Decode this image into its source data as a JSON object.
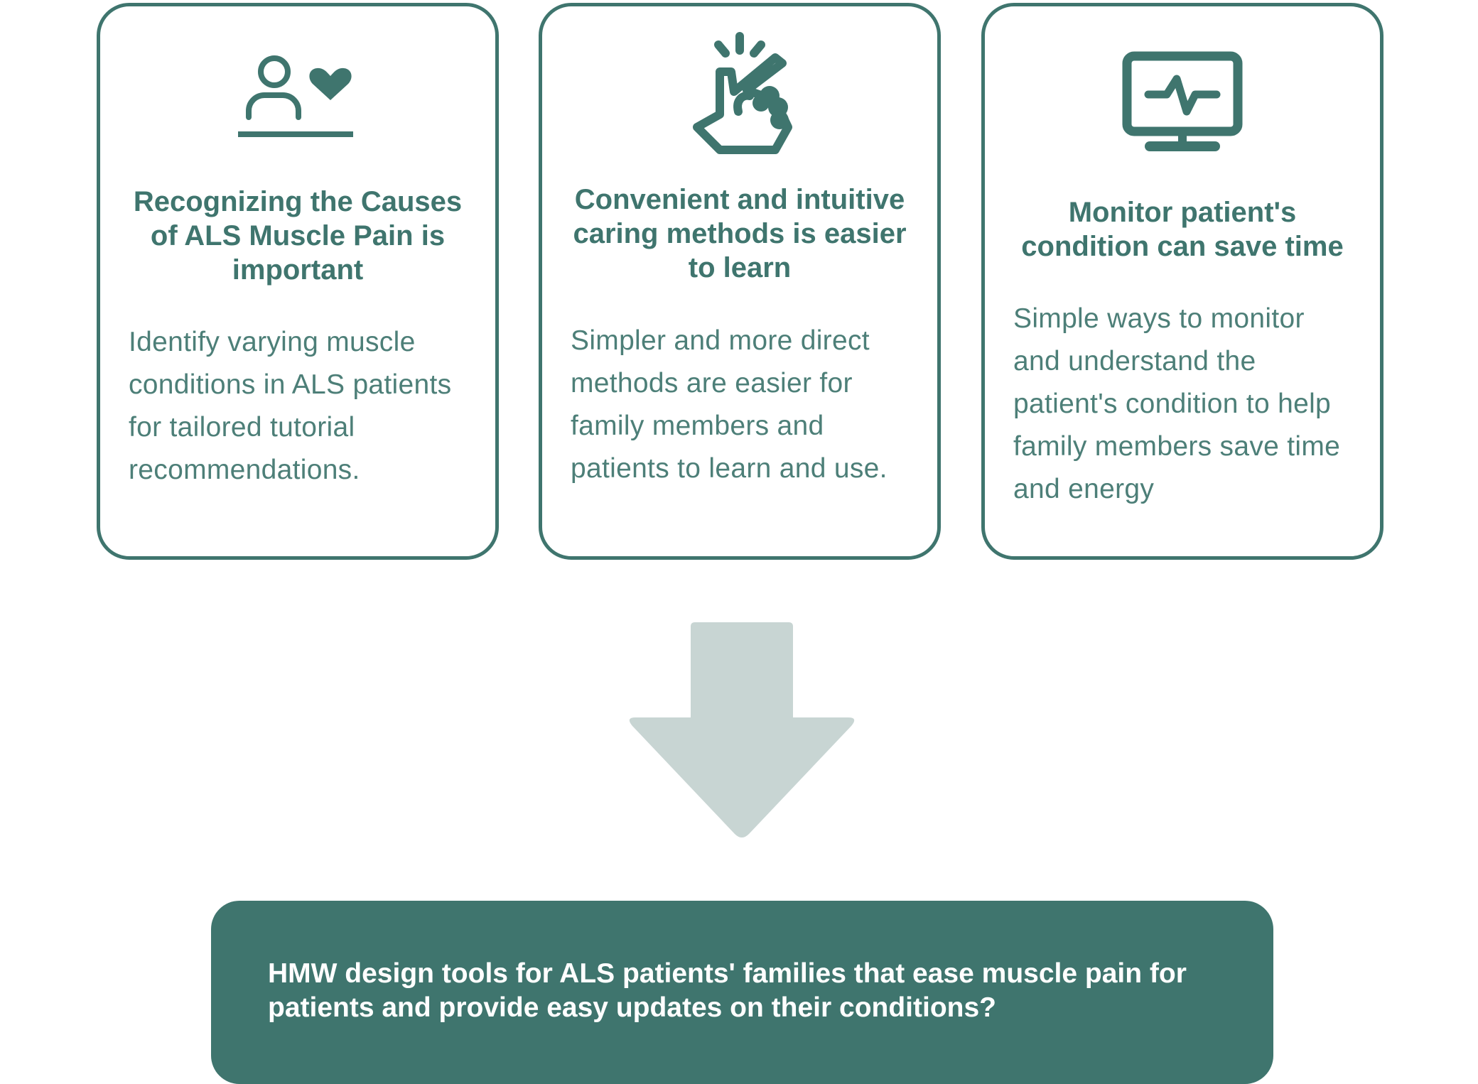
{
  "colors": {
    "primary": "#3f756e",
    "arrow": "#c8d5d3",
    "background": "#ffffff",
    "hmw_text": "#ffffff"
  },
  "cards": [
    {
      "icon": "person-heart-icon",
      "title": "Recognizing the Causes of ALS Muscle Pain is important",
      "text": "Identify varying muscle conditions in ALS patients for tailored tutorial recommendations."
    },
    {
      "icon": "hand-tap-icon",
      "title": "Convenient and intuitive caring methods is easier to learn",
      "text": "Simpler and more direct methods are easier for family members and patients to learn and use."
    },
    {
      "icon": "monitor-heartbeat-icon",
      "title": "Monitor patient's condition can save time",
      "text": "Simple ways to monitor and understand the patient's condition to help family members save time and energy"
    }
  ],
  "arrow_icon": "down-arrow-icon",
  "hmw": {
    "text": "HMW design tools for ALS patients' families that ease muscle pain for patients and provide easy updates on their conditions?"
  }
}
